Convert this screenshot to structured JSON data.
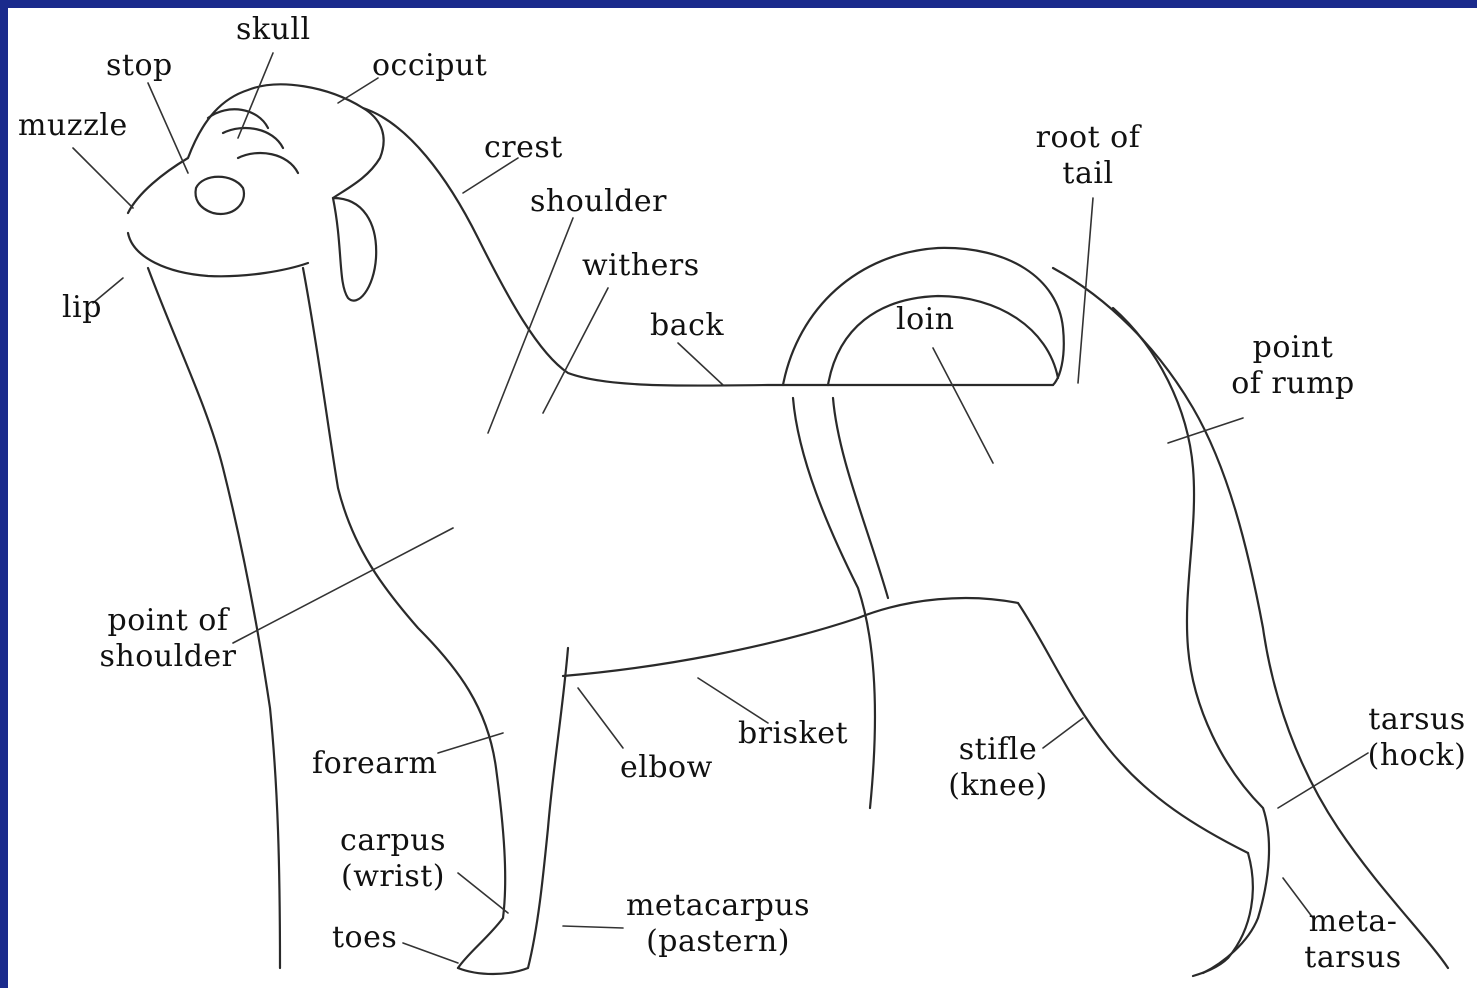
{
  "labels": {
    "skull": "skull",
    "stop": "stop",
    "occiput": "occiput",
    "muzzle": "muzzle",
    "crest": "crest",
    "root_of_tail_l1": "root of",
    "root_of_tail_l2": "tail",
    "shoulder": "shoulder",
    "withers": "withers",
    "lip": "lip",
    "back": "back",
    "loin": "loin",
    "point_of_rump_l1": "point",
    "point_of_rump_l2": "of rump",
    "point_of_shoulder_l1": "point of",
    "point_of_shoulder_l2": "shoulder",
    "brisket": "brisket",
    "tarsus_l1": "tarsus",
    "tarsus_l2": "(hock)",
    "forearm": "forearm",
    "elbow": "elbow",
    "stifle_l1": "stifle",
    "stifle_l2": "(knee)",
    "carpus_l1": "carpus",
    "carpus_l2": "(wrist)",
    "metacarpus_l1": "metacarpus",
    "metacarpus_l2": "(pastern)",
    "toes": "toes",
    "metatarsus_l1": "meta-",
    "metatarsus_l2": "tarsus"
  },
  "colors": {
    "frame": "#1a2a8c",
    "paper": "#ffffff",
    "ink": "#2a2a2a"
  }
}
